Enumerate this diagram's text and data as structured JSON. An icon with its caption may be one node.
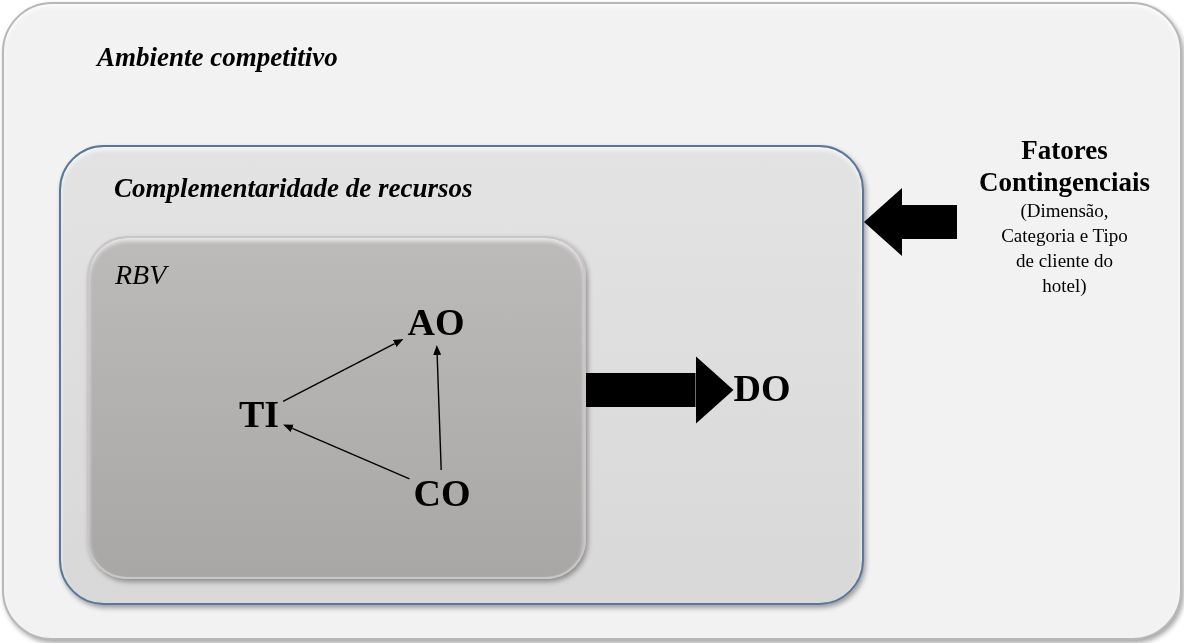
{
  "diagram": {
    "nodes": [
      {
        "text": [
          "Ambiente competitivo"
        ]
      },
      {
        "text": [
          "Complementaridade de recursos"
        ],
        "in": 0
      },
      {
        "text": [
          "RBV"
        ],
        "in": 1
      },
      {
        "text": [
          "AO"
        ],
        "in": 2
      },
      {
        "text": [
          "TI"
        ],
        "in": 2
      },
      {
        "text": [
          "CO"
        ],
        "in": 2
      },
      {
        "text": [
          "DO"
        ],
        "in": 1
      },
      {
        "text": [
          "Fatores Contingenciais",
          "(Dimensão, Categoria e Tipo de cliente do hotel)"
        ],
        "in": 0
      }
    ],
    "edges": [
      {
        "from": 4,
        "to": 3,
        "arrow": "to"
      },
      {
        "from": 5,
        "to": 3,
        "arrow": "to"
      },
      {
        "from": 5,
        "to": 4,
        "arrow": "to"
      },
      {
        "from": 2,
        "to": 6,
        "arrow": "to",
        "style": "thick"
      },
      {
        "from": 7,
        "to": 1,
        "arrow": "to",
        "style": "thick"
      }
    ]
  }
}
